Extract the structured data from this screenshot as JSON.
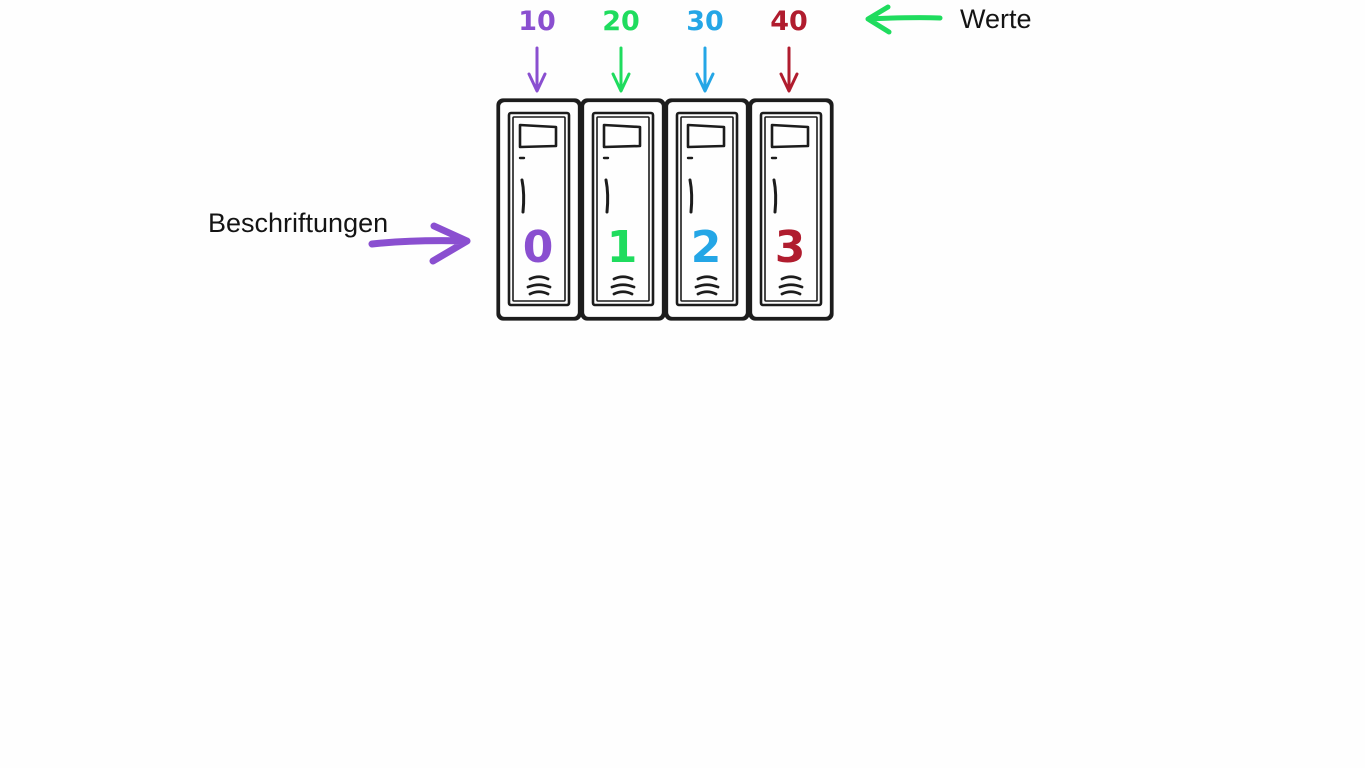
{
  "labels": {
    "values_caption": "Werte",
    "indices_caption": "Beschriftungen"
  },
  "cells": [
    {
      "value": "10",
      "index": "0",
      "color": "#8a4fd0"
    },
    {
      "value": "20",
      "index": "1",
      "color": "#1fdc5e"
    },
    {
      "value": "30",
      "index": "2",
      "color": "#24a6e6"
    },
    {
      "value": "40",
      "index": "3",
      "color": "#b01c2e"
    }
  ],
  "arrows": {
    "values_arrow_color": "#1fdc5e",
    "indices_arrow_color": "#8a4fd0"
  }
}
